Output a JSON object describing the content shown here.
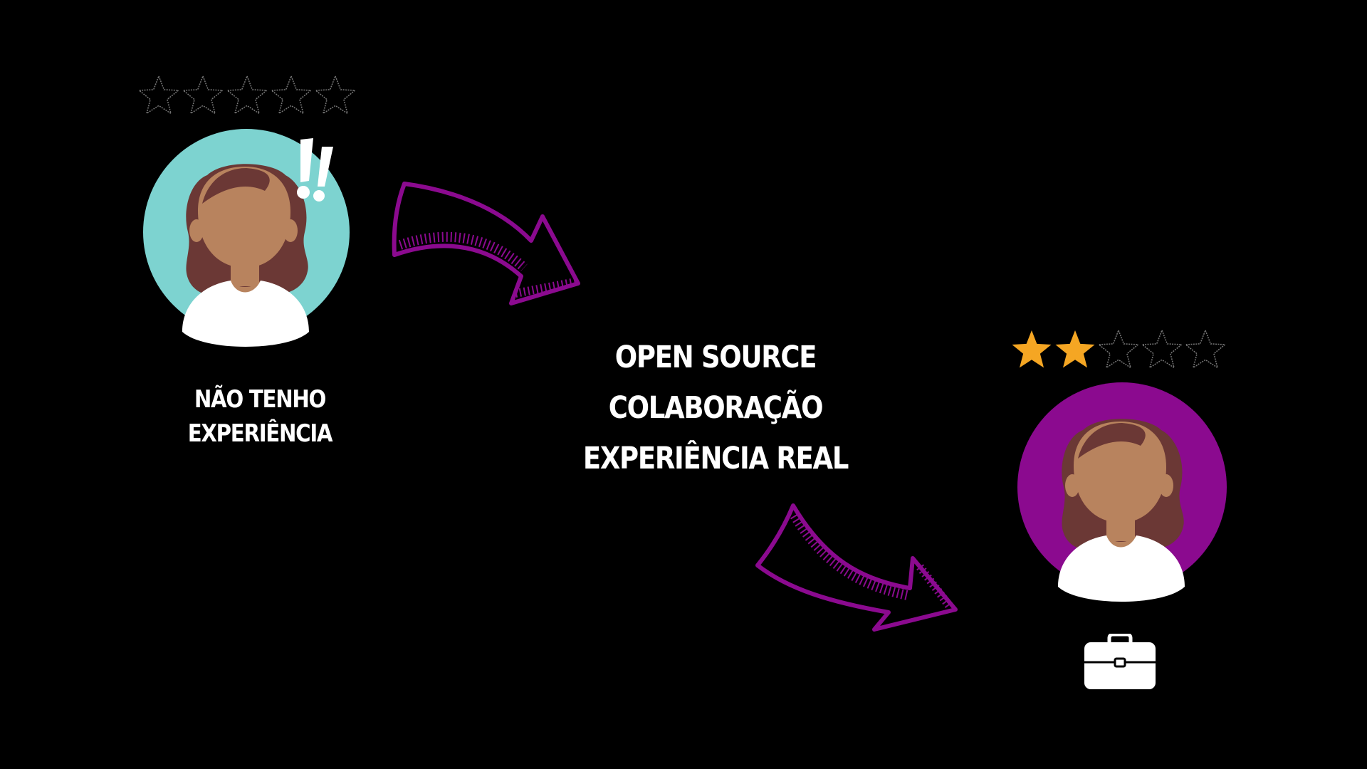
{
  "colors": {
    "background": "#000000",
    "text": "#ffffff",
    "teal": "#7dd3d0",
    "purple": "#8b0a8f",
    "arrow": "#8b0a8f",
    "skin": "#b8835e",
    "hair": "#6b3835",
    "shirt": "#ffffff",
    "star_filled": "#f5a623",
    "star_empty_stroke": "#777777"
  },
  "before": {
    "rating": 0,
    "rating_max": 5,
    "avatar_bg": "teal",
    "alert_icon": "double-exclamation-icon",
    "label_lines": [
      "NÃO TENHO",
      "EXPERIÊNCIA"
    ]
  },
  "middle": {
    "label_lines": [
      "OPEN SOURCE",
      "COLABORAÇÃO",
      "EXPERIÊNCIA REAL"
    ]
  },
  "after": {
    "rating": 2,
    "rating_max": 5,
    "avatar_bg": "purple",
    "badge_icon": "briefcase-icon"
  }
}
